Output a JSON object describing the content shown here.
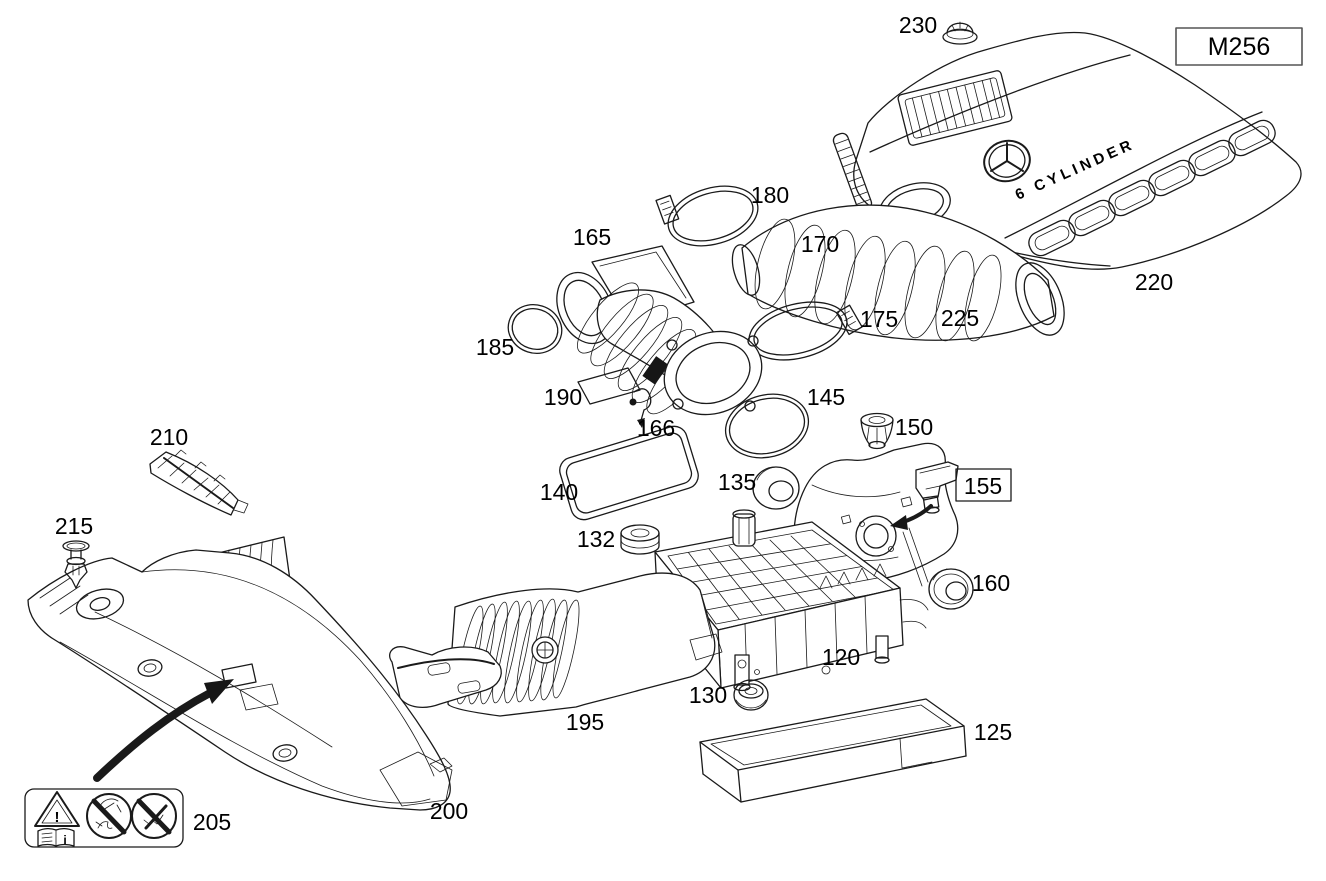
{
  "badge": {
    "label": "M256"
  },
  "highlight": {
    "part": "155",
    "color": "#e8000b"
  },
  "colors": {
    "line": "#1a1a1a",
    "background": "#ffffff"
  },
  "engine_cover": {
    "emblem": "6 CYLINDER"
  },
  "warning_label": {
    "exclamation": "!",
    "info": "i"
  },
  "callouts": {
    "n120": "120",
    "n125": "125",
    "n130": "130",
    "n132": "132",
    "n135": "135",
    "n140": "140",
    "n145": "145",
    "n150": "150",
    "n155": "155",
    "n160": "160",
    "n165": "165",
    "n166": "166",
    "n170": "170",
    "n175": "175",
    "n180": "180",
    "n185": "185",
    "n190": "190",
    "n195": "195",
    "n200": "200",
    "n205": "205",
    "n210": "210",
    "n215": "215",
    "n220": "220",
    "n225": "225",
    "n230": "230"
  }
}
